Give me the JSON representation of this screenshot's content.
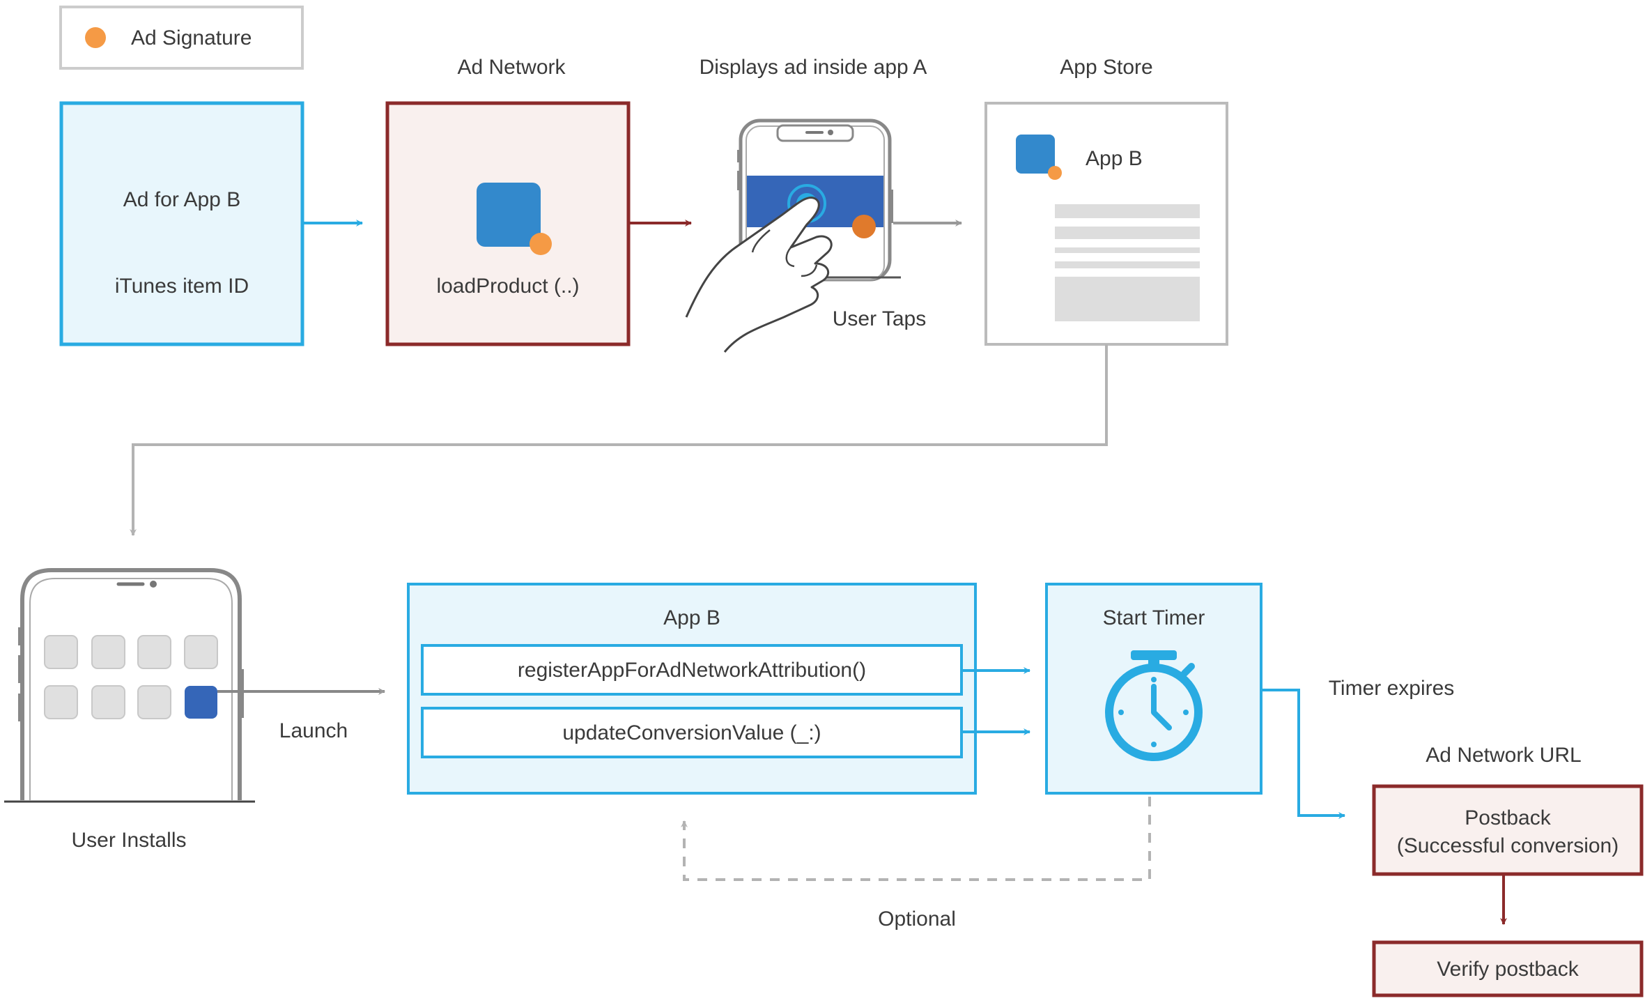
{
  "legend": {
    "label": "Ad Signature"
  },
  "ad_box": {
    "line1": "Ad for App B",
    "line2": "iTunes item ID"
  },
  "ad_network": {
    "title": "Ad Network",
    "call": "loadProduct (..)"
  },
  "display": {
    "title": "Displays ad inside app A",
    "caption": "User Taps"
  },
  "app_store": {
    "title": "App Store",
    "app_name": "App B"
  },
  "install": {
    "caption": "User Installs",
    "launch": "Launch"
  },
  "app_b": {
    "title": "App B",
    "method1": "registerAppForAdNetworkAttribution()",
    "method2": "updateConversionValue (_:)"
  },
  "timer": {
    "title": "Start Timer",
    "expires": "Timer expires",
    "optional": "Optional"
  },
  "postback": {
    "url_label": "Ad Network URL",
    "line1": "Postback",
    "line2": "(Successful conversion)",
    "verify": "Verify postback"
  },
  "colors": {
    "blue": "#29abe2",
    "blue_fill": "#e8f6fc",
    "red": "#8b2a2a",
    "red_fill": "#f9f0ee",
    "gray": "#999999",
    "orange": "#f59a45",
    "app_blue": "#3389cc",
    "dark_blue": "#3566b8"
  },
  "icons": [
    "ad-signature-dot",
    "app-icon",
    "phone-device",
    "tapping-hand-icon",
    "stopwatch-icon"
  ]
}
